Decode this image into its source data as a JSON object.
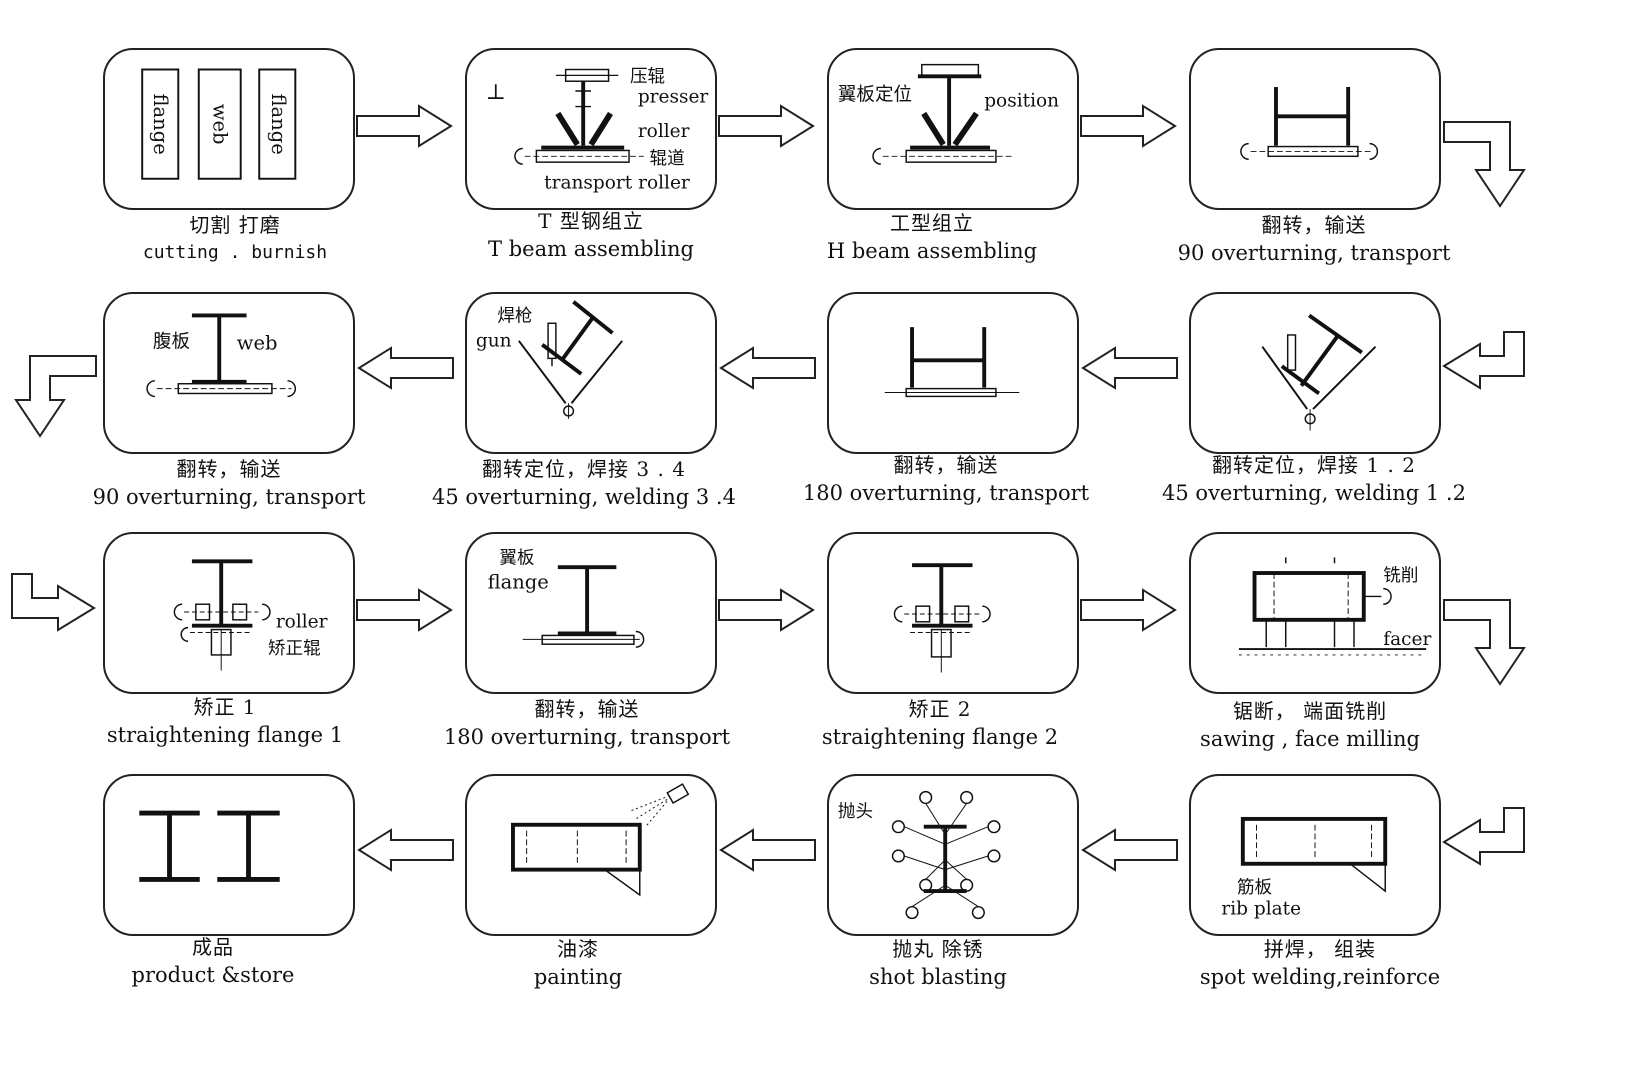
{
  "steps": [
    {
      "zh": "切割  打磨",
      "en": "cutting . burnish",
      "labels": {
        "flange1": "flange",
        "web": "web",
        "flange2": "flange"
      }
    },
    {
      "zh": "T  型钢组立",
      "en": "T beam assembling",
      "labels": {
        "zh_presser": "压辊",
        "presser": "presser",
        "roller": "roller",
        "zh_track": "辊道",
        "transport": "transport roller",
        "t_symbol": "⊥"
      }
    },
    {
      "zh": "工型组立",
      "en": "H beam assembling",
      "labels": {
        "zh_position": "翼板定位",
        "position": "position"
      }
    },
    {
      "zh": "翻转，输送",
      "en": "90 overturning, transport"
    },
    {
      "zh": "翻转，输送",
      "en": "90 overturning, transport",
      "labels": {
        "zh_web": "腹板",
        "web": "web"
      }
    },
    {
      "zh": "翻转定位，焊接 3  . 4",
      "en": "45 overturning, welding 3 .4",
      "labels": {
        "zh_gun": "焊枪",
        "gun": "gun"
      }
    },
    {
      "zh": "翻转，输送",
      "en": "180 overturning, transport"
    },
    {
      "zh": "翻转定位，焊接 1  . 2",
      "en": "45 overturning, welding 1 .2"
    },
    {
      "zh": "矫正 1",
      "en": "straightening flange 1",
      "labels": {
        "roller": "roller",
        "zh_roller": "矫正辊"
      }
    },
    {
      "zh": "翻转，输送",
      "en": "180 overturning, transport",
      "labels": {
        "zh_flange": "翼板",
        "flange": "flange"
      }
    },
    {
      "zh": "矫正 2",
      "en": "straightening flange 2"
    },
    {
      "zh": "锯断， 端面铣削",
      "en": "sawing , face milling",
      "labels": {
        "zh_mill": "铣削",
        "facer": "facer"
      }
    },
    {
      "zh": "成品",
      "en": "product &store"
    },
    {
      "zh": "油漆",
      "en": "painting"
    },
    {
      "zh": "抛丸  除锈",
      "en": "shot blasting",
      "labels": {
        "zh_head": "抛头"
      }
    },
    {
      "zh": "拼焊， 组装",
      "en": "spot welding,reinforce",
      "labels": {
        "zh_rib": "筋板",
        "rib": "rib plate"
      }
    }
  ]
}
